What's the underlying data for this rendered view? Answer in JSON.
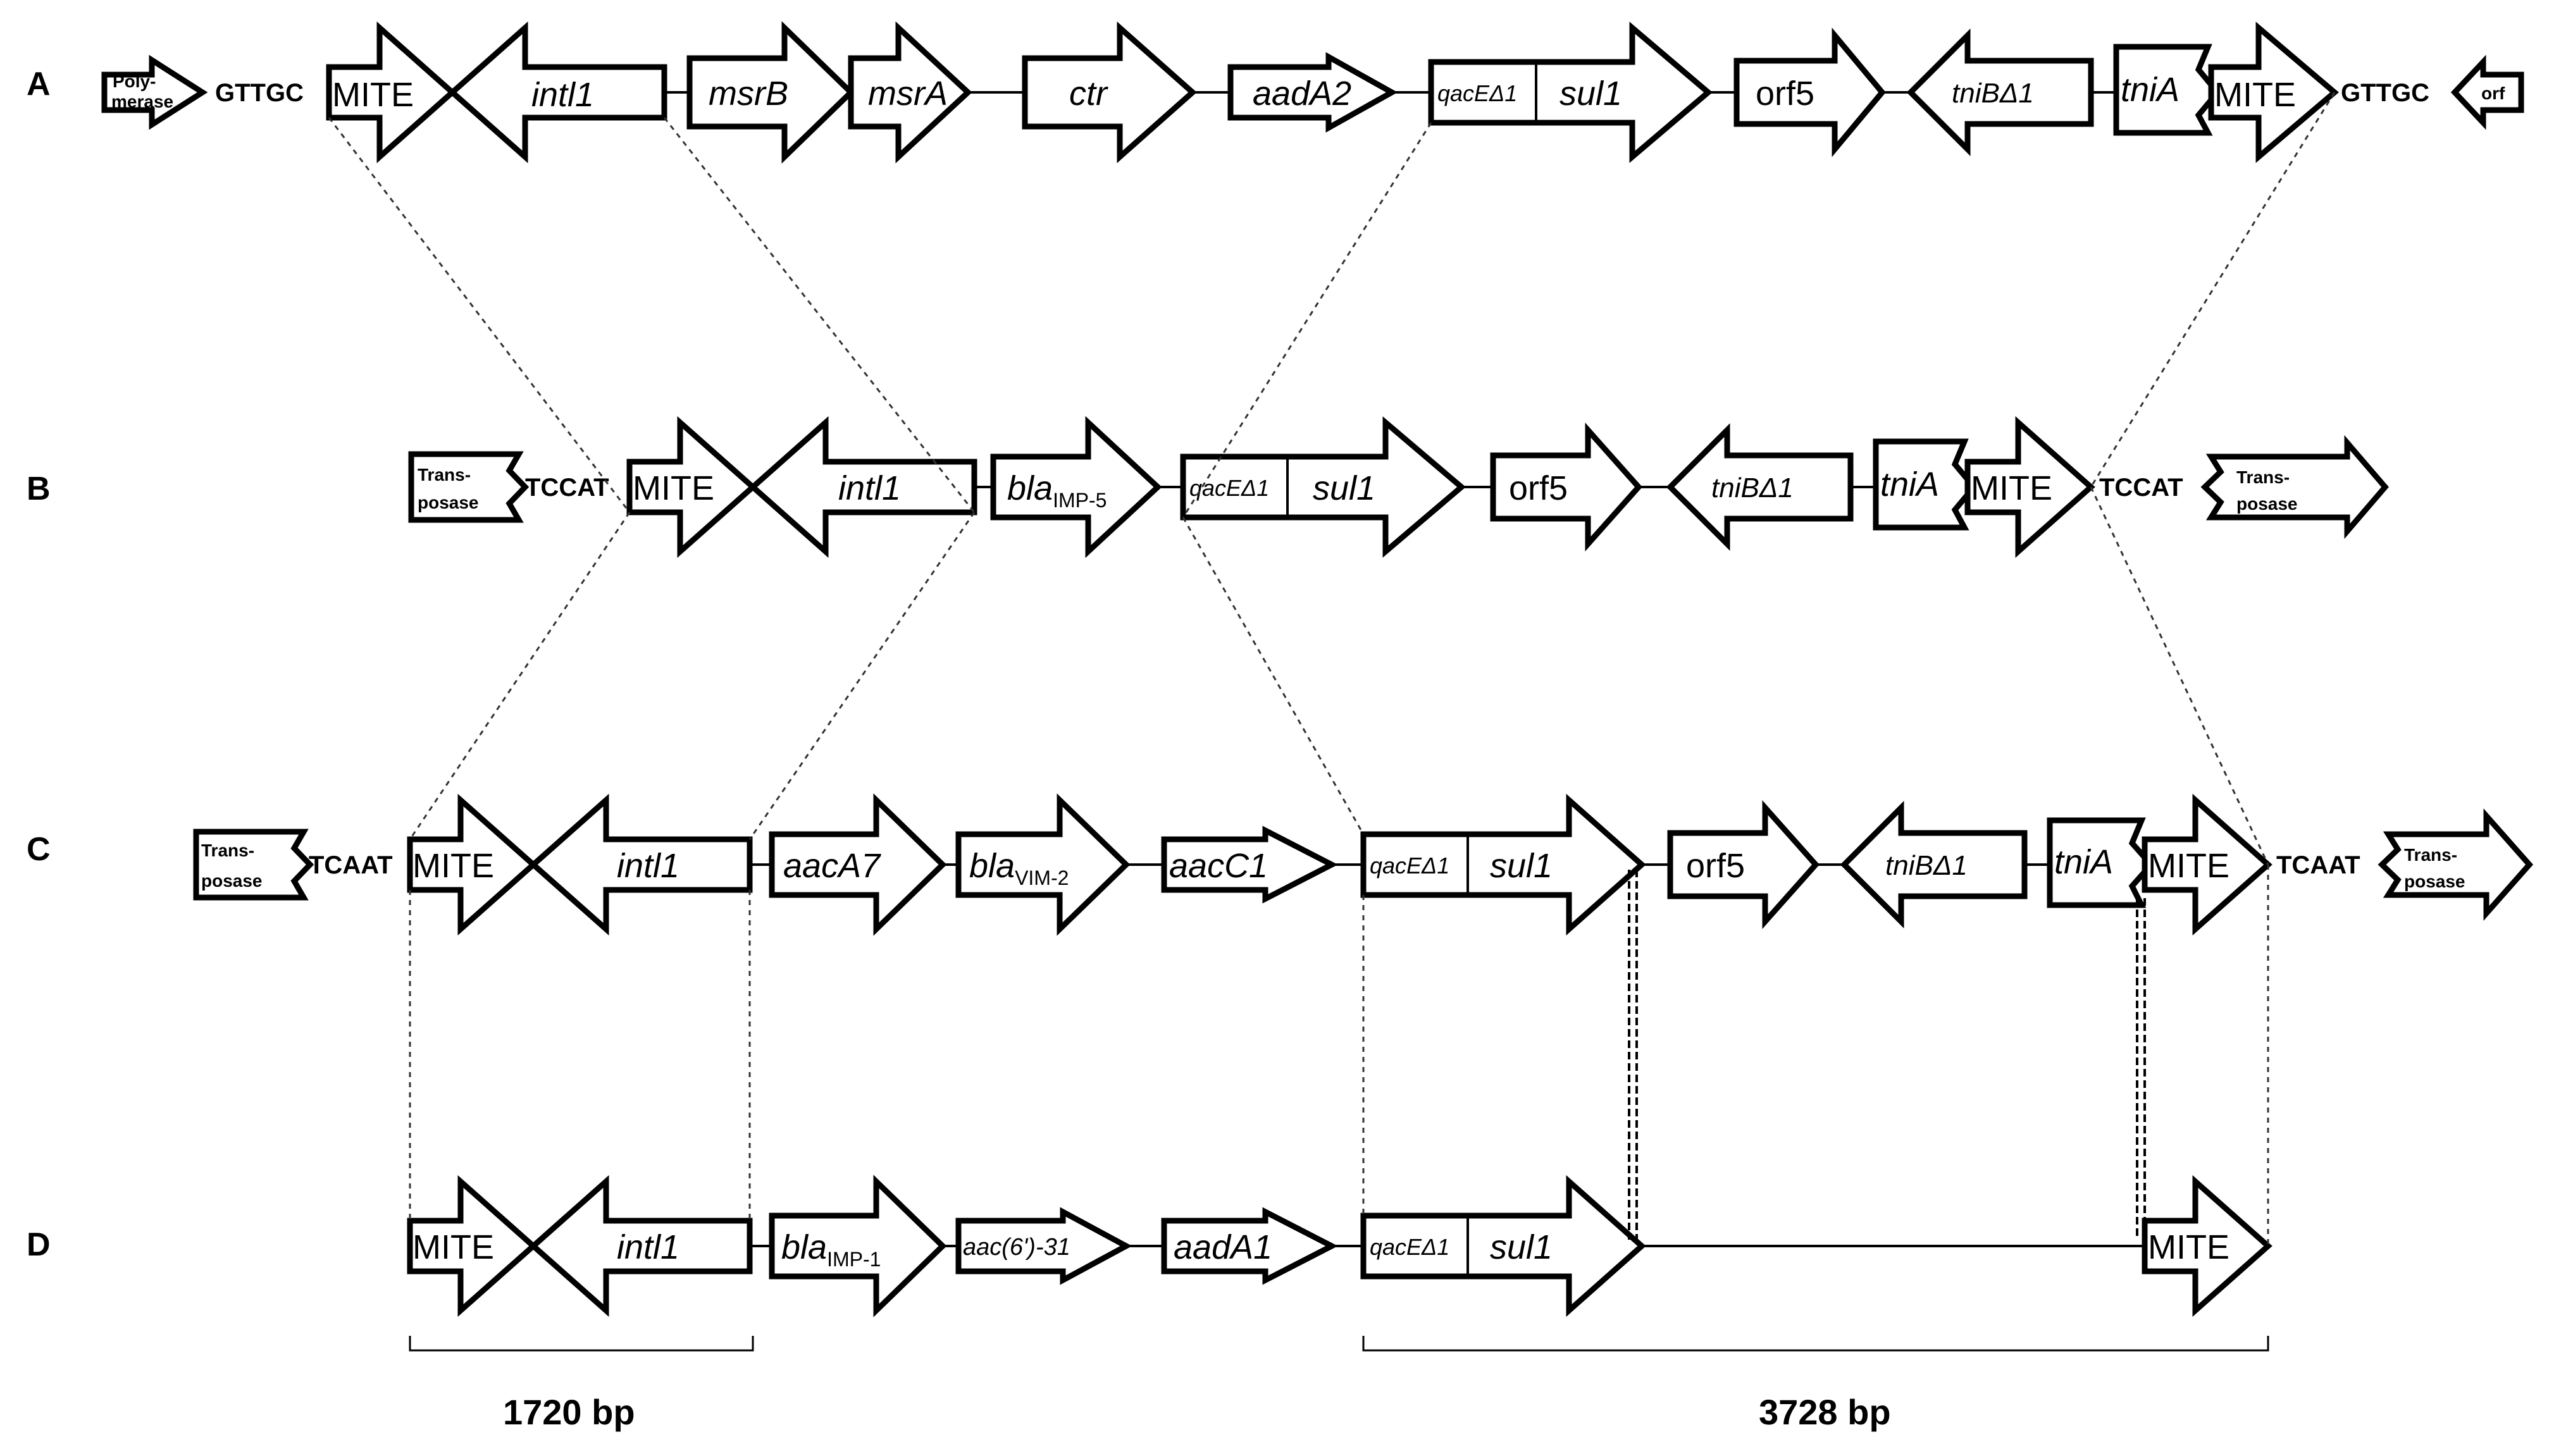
{
  "rows": {
    "A": {
      "label": "A",
      "left_flank": {
        "line1": "Poly-",
        "line2": "merase"
      },
      "left_site": "GTTGC",
      "genes": [
        {
          "key": "mite",
          "label": "MITE"
        },
        {
          "key": "intl1",
          "label": "intl1"
        },
        {
          "key": "msrB",
          "label": "msrB"
        },
        {
          "key": "msrA",
          "label": "msrA"
        },
        {
          "key": "ctr",
          "label": "ctr"
        },
        {
          "key": "aadA2",
          "label": "aadA2"
        },
        {
          "key": "qacE",
          "label": "qacEΔ1"
        },
        {
          "key": "sul1",
          "label": "sul1"
        },
        {
          "key": "orf5",
          "label": "orf5"
        },
        {
          "key": "tniB",
          "label": "tniBΔ1"
        },
        {
          "key": "tniA",
          "label": "tniA"
        },
        {
          "key": "mite2",
          "label": "MITE"
        }
      ],
      "right_site": "GTTGC",
      "right_flank": "orf"
    },
    "B": {
      "label": "B",
      "left_flank": {
        "line1": "Trans-",
        "line2": "posase"
      },
      "left_site": "TCCAT",
      "genes": [
        {
          "key": "mite",
          "label": "MITE"
        },
        {
          "key": "intl1",
          "label": "intl1"
        },
        {
          "key": "bla",
          "label": "bla",
          "sub": "IMP-5"
        },
        {
          "key": "qacE",
          "label": "qacEΔ1"
        },
        {
          "key": "sul1",
          "label": "sul1"
        },
        {
          "key": "orf5",
          "label": "orf5"
        },
        {
          "key": "tniB",
          "label": "tniBΔ1"
        },
        {
          "key": "tniA",
          "label": "tniA"
        },
        {
          "key": "mite2",
          "label": "MITE"
        }
      ],
      "right_site": "TCCAT",
      "right_flank": {
        "line1": "Trans-",
        "line2": "posase"
      }
    },
    "C": {
      "label": "C",
      "left_flank": {
        "line1": "Trans-",
        "line2": "posase"
      },
      "left_site": "TCAAT",
      "genes": [
        {
          "key": "mite",
          "label": "MITE"
        },
        {
          "key": "intl1",
          "label": "intl1"
        },
        {
          "key": "aacA7",
          "label": "aacA7"
        },
        {
          "key": "bla",
          "label": "bla",
          "sub": "VIM-2"
        },
        {
          "key": "aacC1",
          "label": "aacC1"
        },
        {
          "key": "qacE",
          "label": "qacEΔ1"
        },
        {
          "key": "sul1",
          "label": "sul1"
        },
        {
          "key": "orf5",
          "label": "orf5"
        },
        {
          "key": "tniB",
          "label": "tniBΔ1"
        },
        {
          "key": "tniA",
          "label": "tniA"
        },
        {
          "key": "mite2",
          "label": "MITE"
        }
      ],
      "right_site": "TCAAT",
      "right_flank": {
        "line1": "Trans-",
        "line2": "posase"
      }
    },
    "D": {
      "label": "D",
      "genes": [
        {
          "key": "mite",
          "label": "MITE"
        },
        {
          "key": "intl1",
          "label": "intl1"
        },
        {
          "key": "bla",
          "label": "bla",
          "sub": "IMP-1"
        },
        {
          "key": "aac",
          "label": "aac(6')-31"
        },
        {
          "key": "aadA1",
          "label": "aadA1"
        },
        {
          "key": "qacE",
          "label": "qacEΔ1"
        },
        {
          "key": "sul1",
          "label": "sul1"
        },
        {
          "key": "mite2",
          "label": "MITE"
        }
      ]
    }
  },
  "brackets": {
    "left": "1720 bp",
    "right": "3728 bp"
  }
}
